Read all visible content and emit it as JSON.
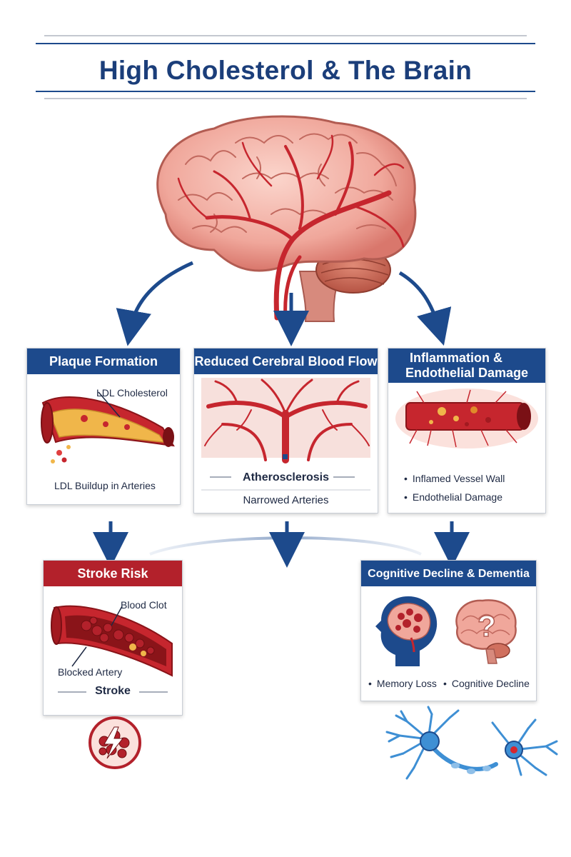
{
  "title": "High Cholesterol & The Brain",
  "colors": {
    "navy": "#1d4a8c",
    "red": "#b3212b",
    "artery_red": "#c6262e",
    "plaque_yellow": "#e8b94b",
    "neuron_blue": "#3e8fd4"
  },
  "cards": {
    "plaque": {
      "header": "Plaque Formation",
      "label_ldl": "LDL Cholesterol",
      "label_buildup": "LDL Buildup in Arteries"
    },
    "flow": {
      "header": "Reduced Cerebral Blood Flow",
      "label_athero": "Atherosclerosis",
      "label_narrow": "Narrowed Arteries"
    },
    "inflammation": {
      "header_line1": "Inflammation &",
      "header_line2": "Endothelial Damage",
      "bullets": [
        "Inflamed Vessel Wall",
        "Endothelial Damage"
      ]
    },
    "stroke": {
      "header": "Stroke Risk",
      "label_clot": "Blood Clot",
      "label_blocked": "Blocked Artery",
      "label_stroke": "Stroke"
    },
    "cognitive": {
      "header": "Cognitive Decline & Dementia",
      "bullets": [
        "Memory Loss",
        "Cognitive Decline"
      ],
      "question_mark": "?"
    }
  },
  "icons": [
    "brain-icon",
    "artery-icon",
    "blood-vessels-icon",
    "head-silhouette-icon",
    "lightning-icon",
    "neuron-icon",
    "arrow-down-icon"
  ]
}
